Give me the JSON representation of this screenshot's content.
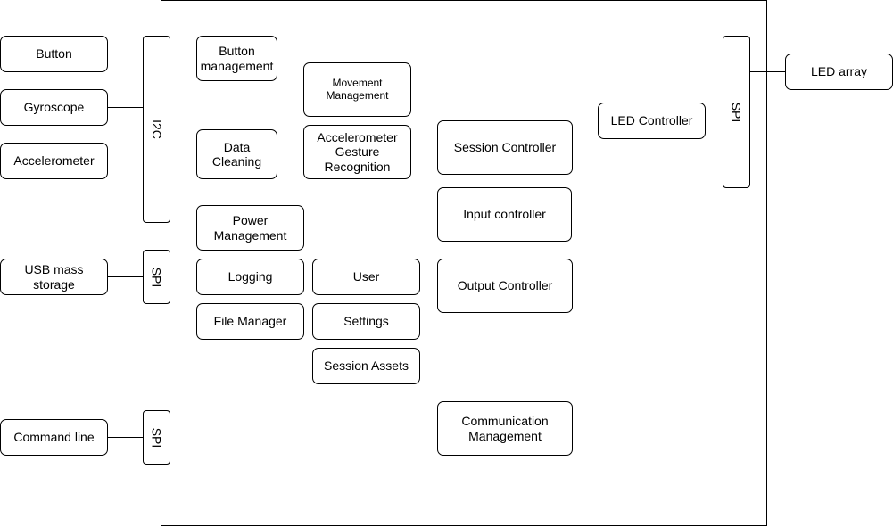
{
  "external": {
    "button": "Button",
    "gyroscope": "Gyroscope",
    "accelerometer": "Accelerometer",
    "usb_mass_storage": "USB mass storage",
    "command_line": "Command line",
    "led_array": "LED array"
  },
  "buses": {
    "i2c": "I2C",
    "spi_storage": "SPI",
    "spi_cli": "SPI",
    "spi_led": "SPI"
  },
  "modules": {
    "button_management": "Button management",
    "movement_management": "Movement Management",
    "data_cleaning": "Data Cleaning",
    "accelerometer_gesture_recognition": "Accelerometer Gesture Recognition",
    "power_management": "Power Management",
    "logging": "Logging",
    "file_manager": "File Manager",
    "user": "User",
    "settings": "Settings",
    "session_assets": "Session Assets",
    "session_controller": "Session Controller",
    "input_controller": "Input controller",
    "output_controller": "Output Controller",
    "communication_management": "Communication Management",
    "led_controller": "LED Controller"
  }
}
